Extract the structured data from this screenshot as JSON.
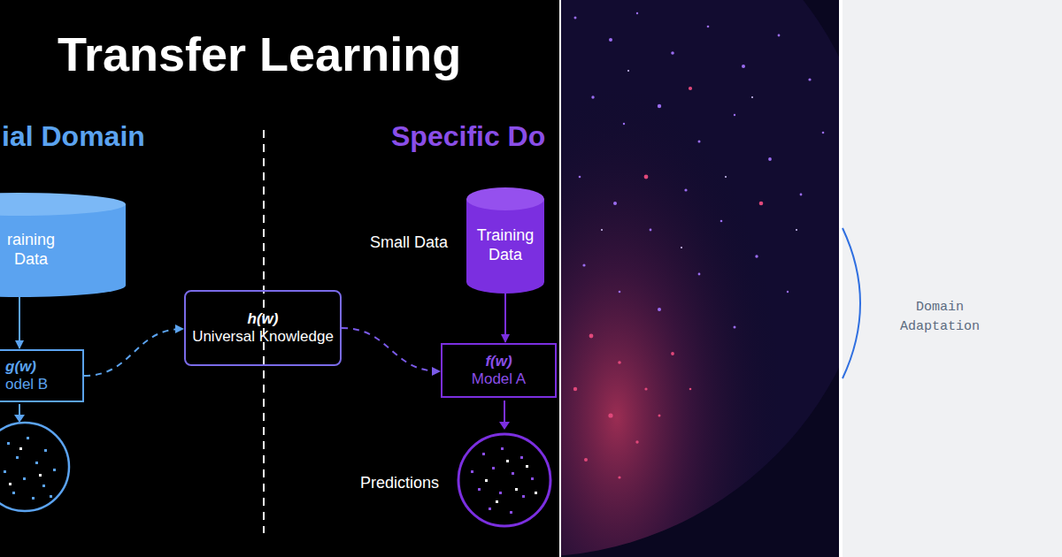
{
  "diagram": {
    "title": "Transfer Learning",
    "nodes": [
      {
        "text": [
          "raining Data"
        ]
      },
      {
        "text": [
          "g(w)",
          "odel B"
        ]
      },
      {
        "text": [
          "h(w)",
          "Universal Knowledge"
        ]
      },
      {
        "text": [
          "Training Data"
        ]
      },
      {
        "text": [
          "f(w)",
          "Model A"
        ]
      }
    ],
    "edges": [
      {
        "from": 0,
        "to": 1,
        "arrow": "to"
      },
      {
        "from": 1,
        "to": 2,
        "arrow": "to"
      },
      {
        "from": 2,
        "to": 4,
        "arrow": "to"
      },
      {
        "from": 3,
        "to": 4,
        "arrow": "to"
      }
    ],
    "labels": [
      "ial Domain",
      "Specific Do",
      "Small Data",
      "Predictions",
      "Domain Adaptation"
    ]
  }
}
